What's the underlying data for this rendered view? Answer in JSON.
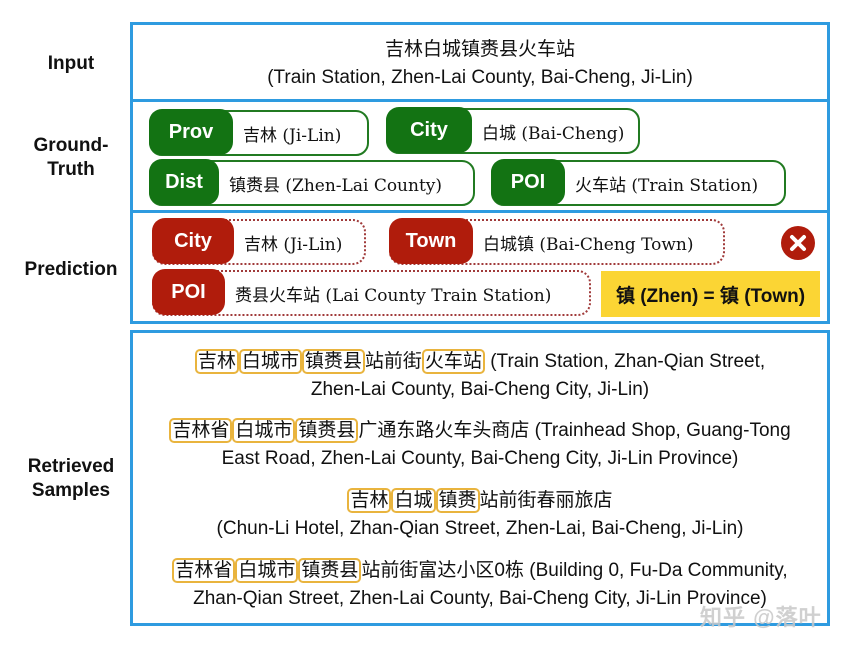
{
  "labels": {
    "input": "Input",
    "ground_truth_1": "Ground-",
    "ground_truth_2": "Truth",
    "prediction": "Prediction",
    "retrieved_1": "Retrieved",
    "retrieved_2": "Samples"
  },
  "input": {
    "chinese": "吉林白城镇赉县火车站",
    "english": "(Train Station, Zhen-Lai County, Bai-Cheng, Ji-Lin)"
  },
  "ground_truth": [
    {
      "tag": "Prov",
      "value": "吉林  (Ji-Lin)"
    },
    {
      "tag": "City",
      "value": "白城 (Bai-Cheng)"
    },
    {
      "tag": "Dist",
      "value": "镇赉县 (Zhen-Lai County)"
    },
    {
      "tag": "POI",
      "value": "火车站 (Train Station)"
    }
  ],
  "prediction": [
    {
      "tag": "City",
      "value": "吉林 (Ji-Lin)"
    },
    {
      "tag": "Town",
      "value": "白城镇 (Bai-Cheng Town)"
    },
    {
      "tag": "POI",
      "value": "赉县火车站 (Lai County Train Station)"
    }
  ],
  "prediction_status_icon": "error-x-icon",
  "note": "镇 (Zhen) = 镇 (Town)",
  "retrieved": [
    {
      "segments": [
        {
          "text": "吉林",
          "hl": true
        },
        {
          "text": "白城市",
          "hl": true
        },
        {
          "text": "镇赉县",
          "hl": true
        },
        {
          "text": "站前街",
          "hl": false
        },
        {
          "text": "火车站",
          "hl": true
        }
      ],
      "english_1": " (Train Station, Zhan-Qian Street,",
      "english_2": "Zhen-Lai County, Bai-Cheng City, Ji-Lin)"
    },
    {
      "segments": [
        {
          "text": "吉林省",
          "hl": true
        },
        {
          "text": "白城市",
          "hl": true
        },
        {
          "text": "镇赉县",
          "hl": true
        },
        {
          "text": "广通东路火车头商店",
          "hl": false
        }
      ],
      "english_1": " (Trainhead Shop, Guang-Tong",
      "english_2": "East Road, Zhen-Lai County, Bai-Cheng City, Ji-Lin Province)"
    },
    {
      "segments": [
        {
          "text": "吉林",
          "hl": true
        },
        {
          "text": "白城",
          "hl": true
        },
        {
          "text": "镇赉",
          "hl": true
        },
        {
          "text": "站前街春丽旅店",
          "hl": false
        }
      ],
      "english_1": "",
      "english_2": "(Chun-Li Hotel, Zhan-Qian Street, Zhen-Lai, Bai-Cheng, Ji-Lin)"
    },
    {
      "segments": [
        {
          "text": "吉林省",
          "hl": true
        },
        {
          "text": "白城市",
          "hl": true
        },
        {
          "text": "镇赉县",
          "hl": true
        },
        {
          "text": "站前街富达小区0栋",
          "hl": false
        }
      ],
      "english_1": " (Building 0, Fu-Da Community,",
      "english_2": "Zhan-Qian Street, Zhen-Lai County, Bai-Cheng City, Ji-Lin Province)"
    }
  ],
  "watermark": "知乎 @落叶",
  "colors": {
    "frame_blue": "#2e9be0",
    "gt_green": "#137313",
    "pred_red": "#b01c0c",
    "note_yellow": "#fbd534",
    "highlight_orange": "#e9b43e"
  }
}
